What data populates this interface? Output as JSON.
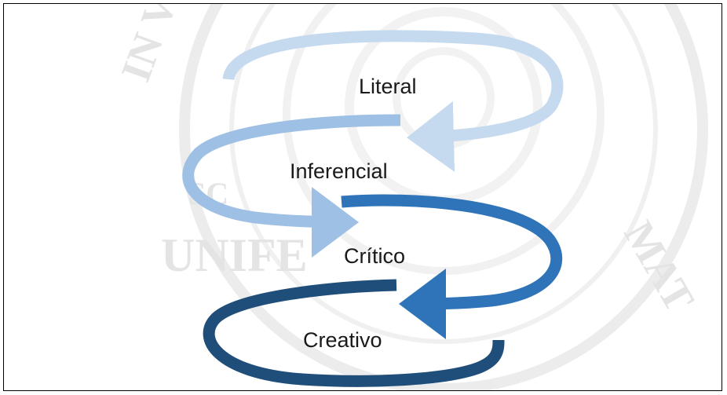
{
  "diagram": {
    "levels": [
      {
        "label": "Literal",
        "color": "#c5d9ef"
      },
      {
        "label": "Inferencial",
        "color": "#9dc0e4"
      },
      {
        "label": "Crítico",
        "color": "#2f74b9"
      },
      {
        "label": "Creativo",
        "color": "#1f4e7a"
      }
    ]
  },
  "watermark": {
    "arc_left": "IN VI",
    "arc_right": "MAT",
    "seal_text": "UNIFE",
    "seal_small": "SC"
  }
}
